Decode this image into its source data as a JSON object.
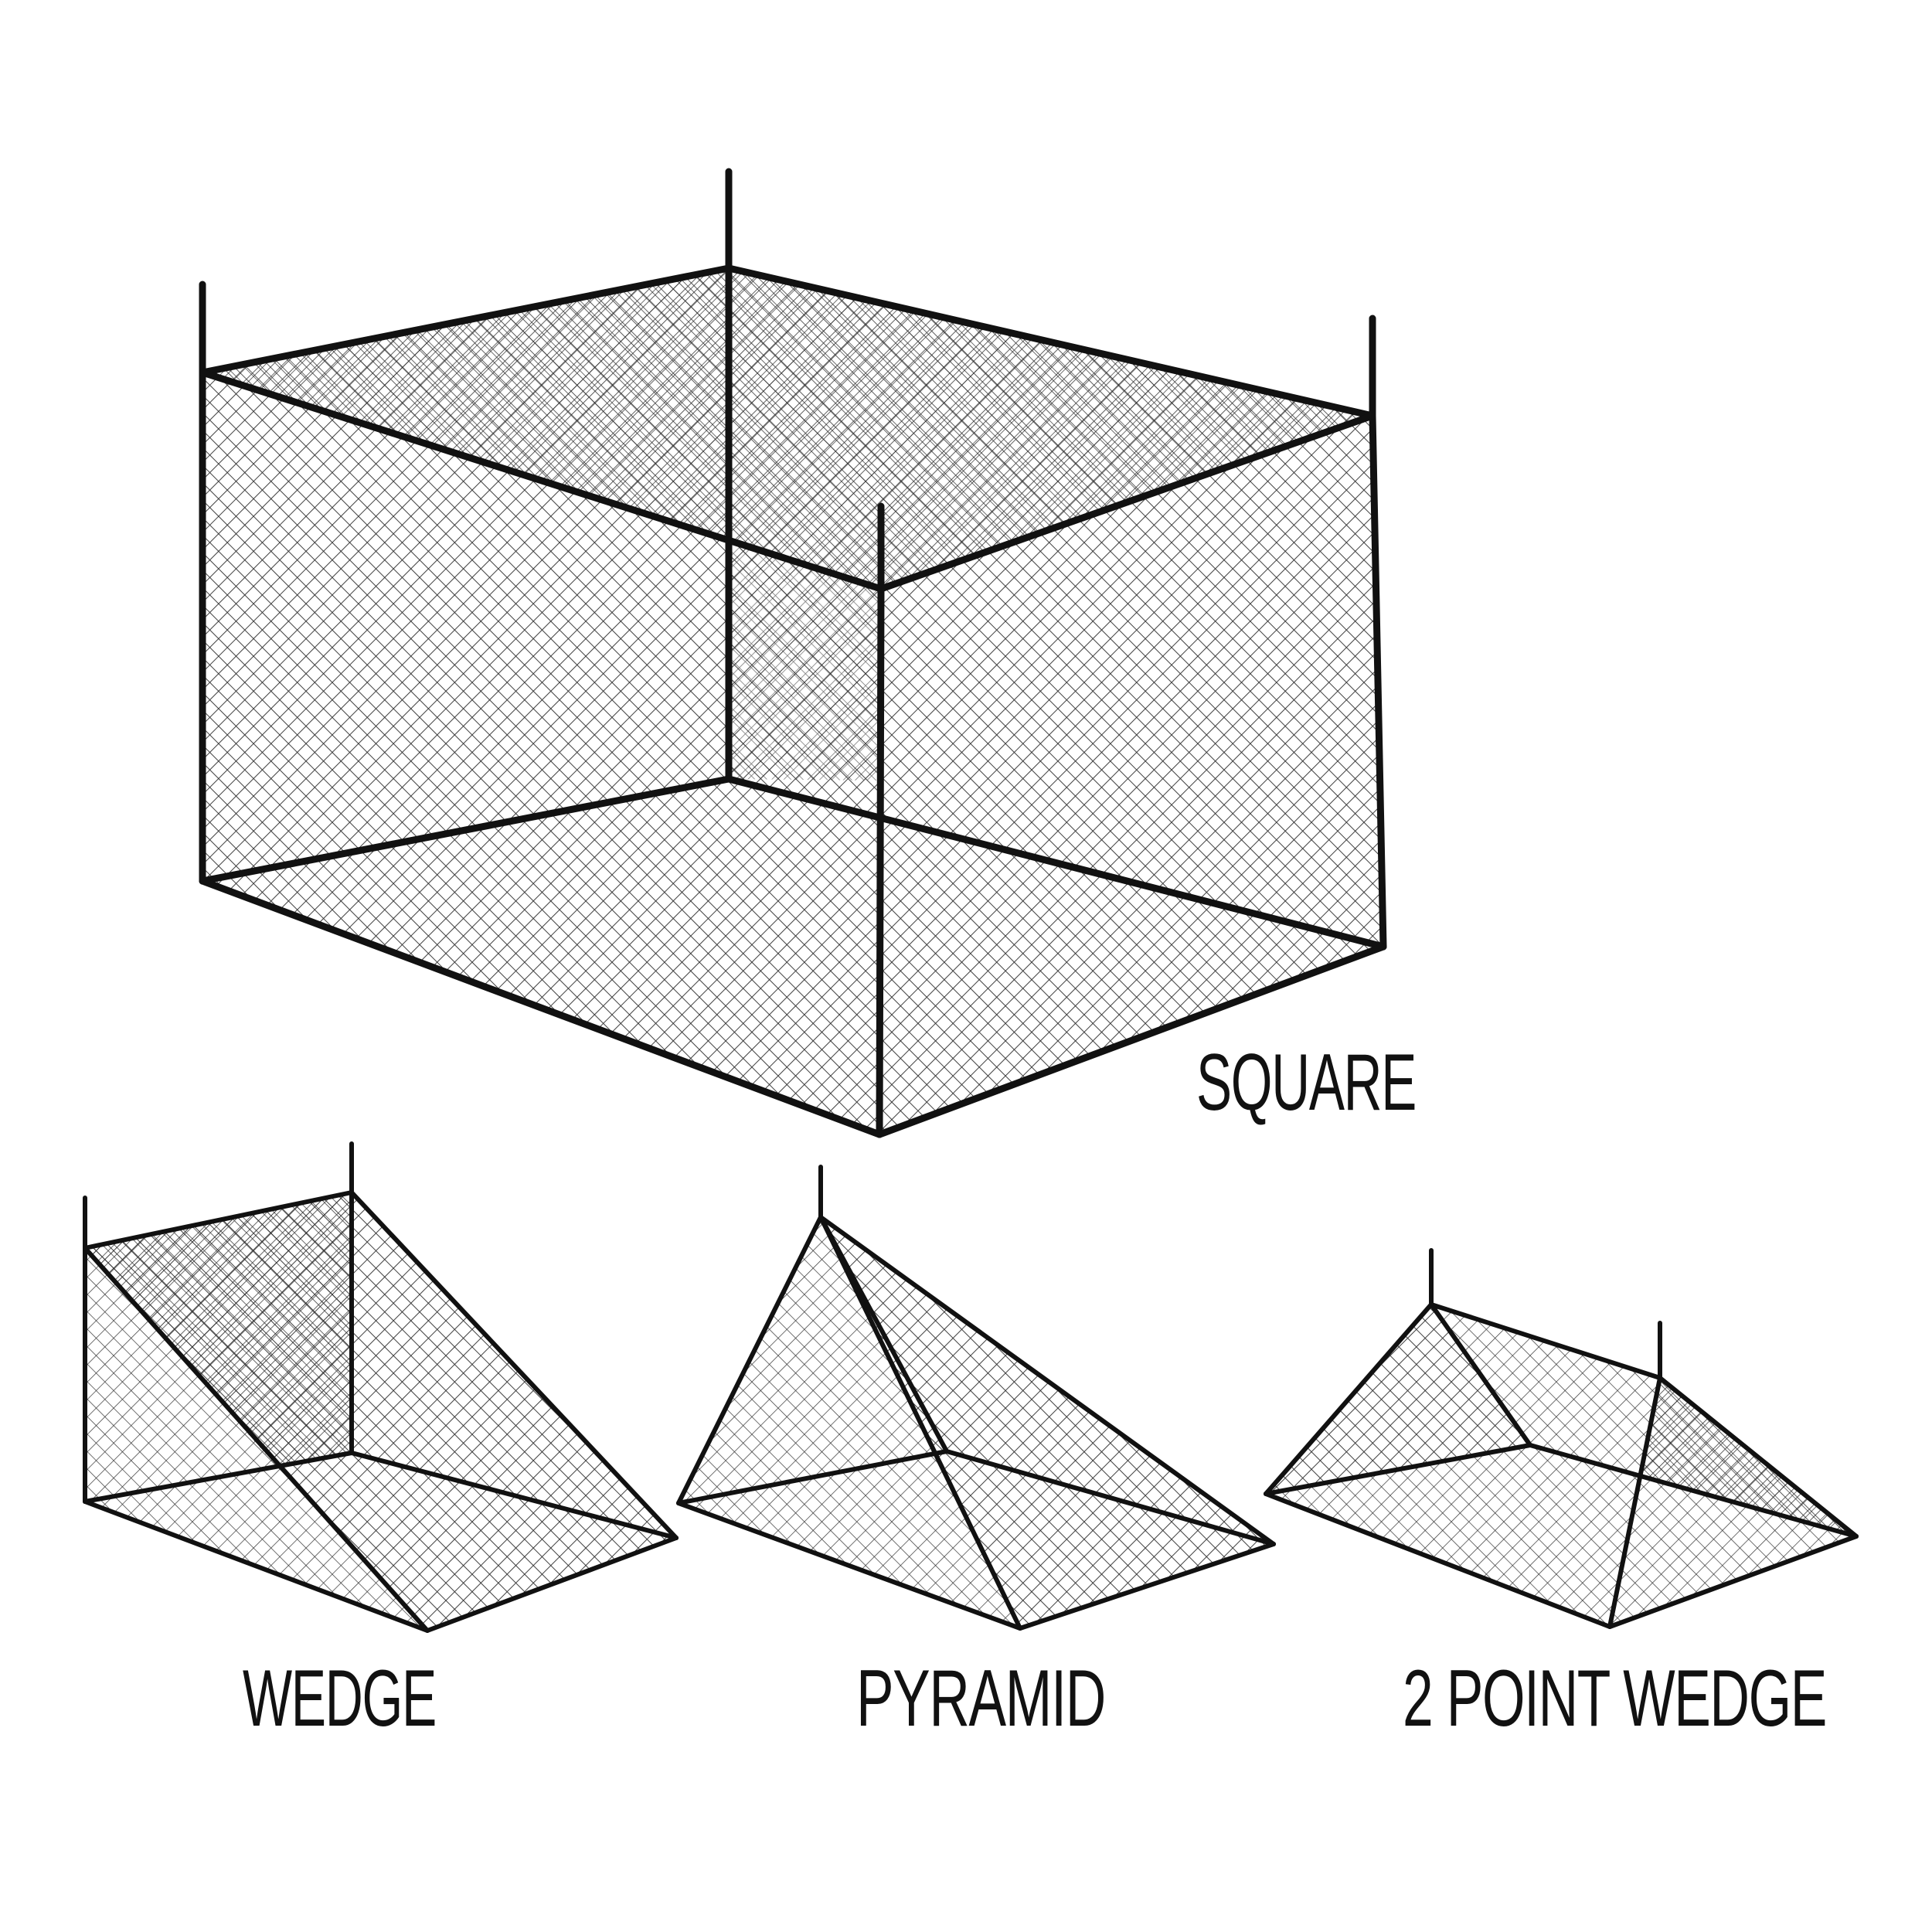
{
  "labels": {
    "square": "SQUARE",
    "wedge": "WEDGE",
    "pyramid": "PYRAMID",
    "two_point_wedge": "2 POINT WEDGE"
  },
  "colors": {
    "line": "#111111",
    "mesh": "#333333",
    "background": "#ffffff"
  }
}
